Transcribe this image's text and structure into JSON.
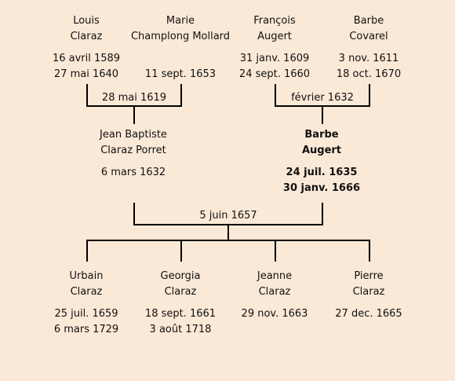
{
  "grandparents": [
    {
      "first": "Louis",
      "last": "Claraz",
      "birth": "16 avril 1589",
      "death": "27 mai 1640"
    },
    {
      "first": "Marie",
      "last": "Champlong Mollard",
      "birth": "",
      "death": "11 sept. 1653"
    },
    {
      "first": "François",
      "last": "Augert",
      "birth": "31 janv. 1609",
      "death": "24 sept. 1660"
    },
    {
      "first": "Barbe",
      "last": "Covarel",
      "birth": "3 nov. 1611",
      "death": "18 oct. 1670"
    }
  ],
  "grandparent_marriages": [
    "28 mai 1619",
    "février 1632"
  ],
  "parents": [
    {
      "first": "Jean Baptiste",
      "last": "Claraz Porret",
      "birth": "6 mars 1632",
      "death": ""
    },
    {
      "first": "Barbe",
      "last": "Augert",
      "birth": "24 juil. 1635",
      "death": "30 janv. 1666"
    }
  ],
  "parent_marriage": "5 juin 1657",
  "children": [
    {
      "first": "Urbain",
      "last": "Claraz",
      "birth": "25 juil. 1659",
      "death": "6 mars 1729"
    },
    {
      "first": "Georgia",
      "last": "Claraz",
      "birth": "18 sept. 1661",
      "death": "3 août 1718"
    },
    {
      "first": "Jeanne",
      "last": "Claraz",
      "birth": "29 nov. 1663",
      "death": ""
    },
    {
      "first": "Pierre",
      "last": "Claraz",
      "birth": "27 dec. 1665",
      "death": ""
    }
  ],
  "colors": {
    "background": "#fbe9d7",
    "line": "#000000"
  }
}
